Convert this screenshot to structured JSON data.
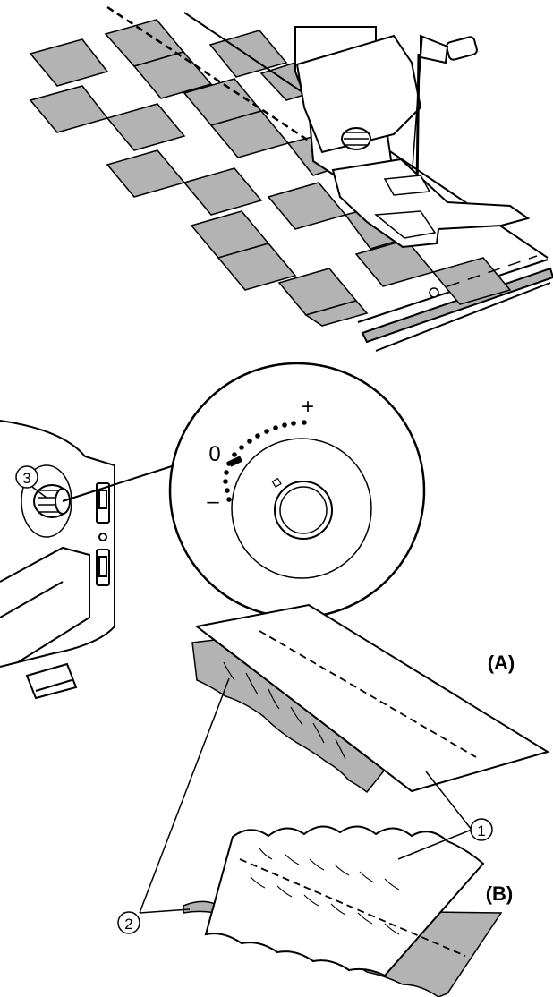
{
  "dial": {
    "plus_mark": "+",
    "zero_mark": "0",
    "minus_mark": "–"
  },
  "callouts": {
    "c1": "1",
    "c2": "2",
    "c3": "3"
  },
  "panels": {
    "a_label": "(A)",
    "b_label": "(B)"
  },
  "colors": {
    "line": "#000000",
    "shade": "#b3b3b3",
    "paper": "#ffffff"
  }
}
